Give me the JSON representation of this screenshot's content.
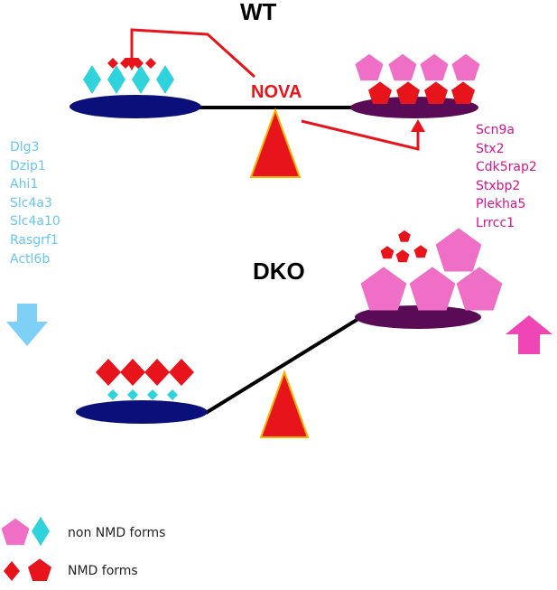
{
  "labels": {
    "wt": "WT",
    "dko": "DKO",
    "nova": "NOVA"
  },
  "left_genes": [
    "Dlg3",
    "Dzip1",
    "Ahi1",
    "Slc4a3",
    "Slc4a10",
    "Rasgrf1",
    "Actl6b"
  ],
  "right_genes": [
    "Scn9a",
    "Stx2",
    "Cdk5rap2",
    "Stxbp2",
    "Plekha5",
    "Lrrcc1"
  ],
  "legend": {
    "non_nmd": "non NMD forms",
    "nmd": "NMD forms"
  },
  "colors": {
    "navy_platform": "#0b0f7a",
    "purple_platform": "#5a0b55",
    "pink_pentagon": "#ee6fc5",
    "red_shape": "#e8141b",
    "cyan_diamond": "#2fd3dc",
    "fulcrum_red": "#e8141b",
    "fulcrum_outline": "#f5b400",
    "blue_arrow": "#7fd0f6",
    "pink_arrow": "#f045b5",
    "nova_arrow": "#e8141b"
  }
}
